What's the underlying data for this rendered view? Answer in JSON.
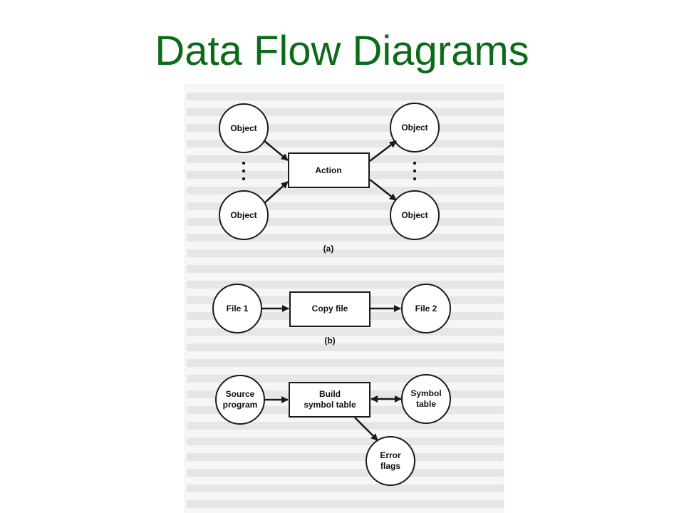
{
  "title": "Data Flow Diagrams",
  "diagram_a": {
    "object_top_left": "Object",
    "object_bottom_left": "Object",
    "action": "Action",
    "object_top_right": "Object",
    "object_bottom_right": "Object",
    "caption": "(a)"
  },
  "diagram_b": {
    "file1": "File 1",
    "copy_file": "Copy file",
    "file2": "File 2",
    "caption": "(b)"
  },
  "diagram_c": {
    "source_line1": "Source",
    "source_line2": "program",
    "build_line1": "Build",
    "build_line2": "symbol table",
    "symbol_line1": "Symbol",
    "symbol_line2": "table",
    "error_line1": "Error",
    "error_line2": "flags"
  },
  "colors": {
    "title": "#0b6b1a",
    "stroke": "#1a1a1a"
  }
}
